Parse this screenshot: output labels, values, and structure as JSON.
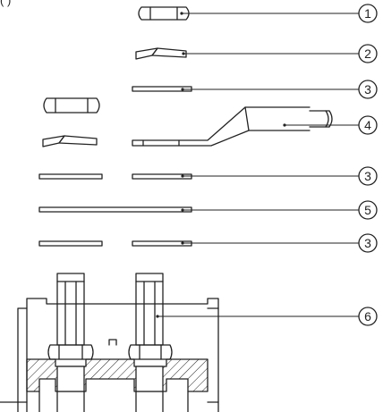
{
  "header": {
    "partial_text": "(                )"
  },
  "callouts": [
    {
      "id": "callout-1",
      "label": "1"
    },
    {
      "id": "callout-2",
      "label": "2"
    },
    {
      "id": "callout-3a",
      "label": "3"
    },
    {
      "id": "callout-4",
      "label": "4"
    },
    {
      "id": "callout-3b",
      "label": "3"
    },
    {
      "id": "callout-5",
      "label": "5"
    },
    {
      "id": "callout-3c",
      "label": "3"
    },
    {
      "id": "callout-6",
      "label": "6"
    }
  ],
  "colors": {
    "stroke": "#222222",
    "fill": "#ffffff"
  }
}
